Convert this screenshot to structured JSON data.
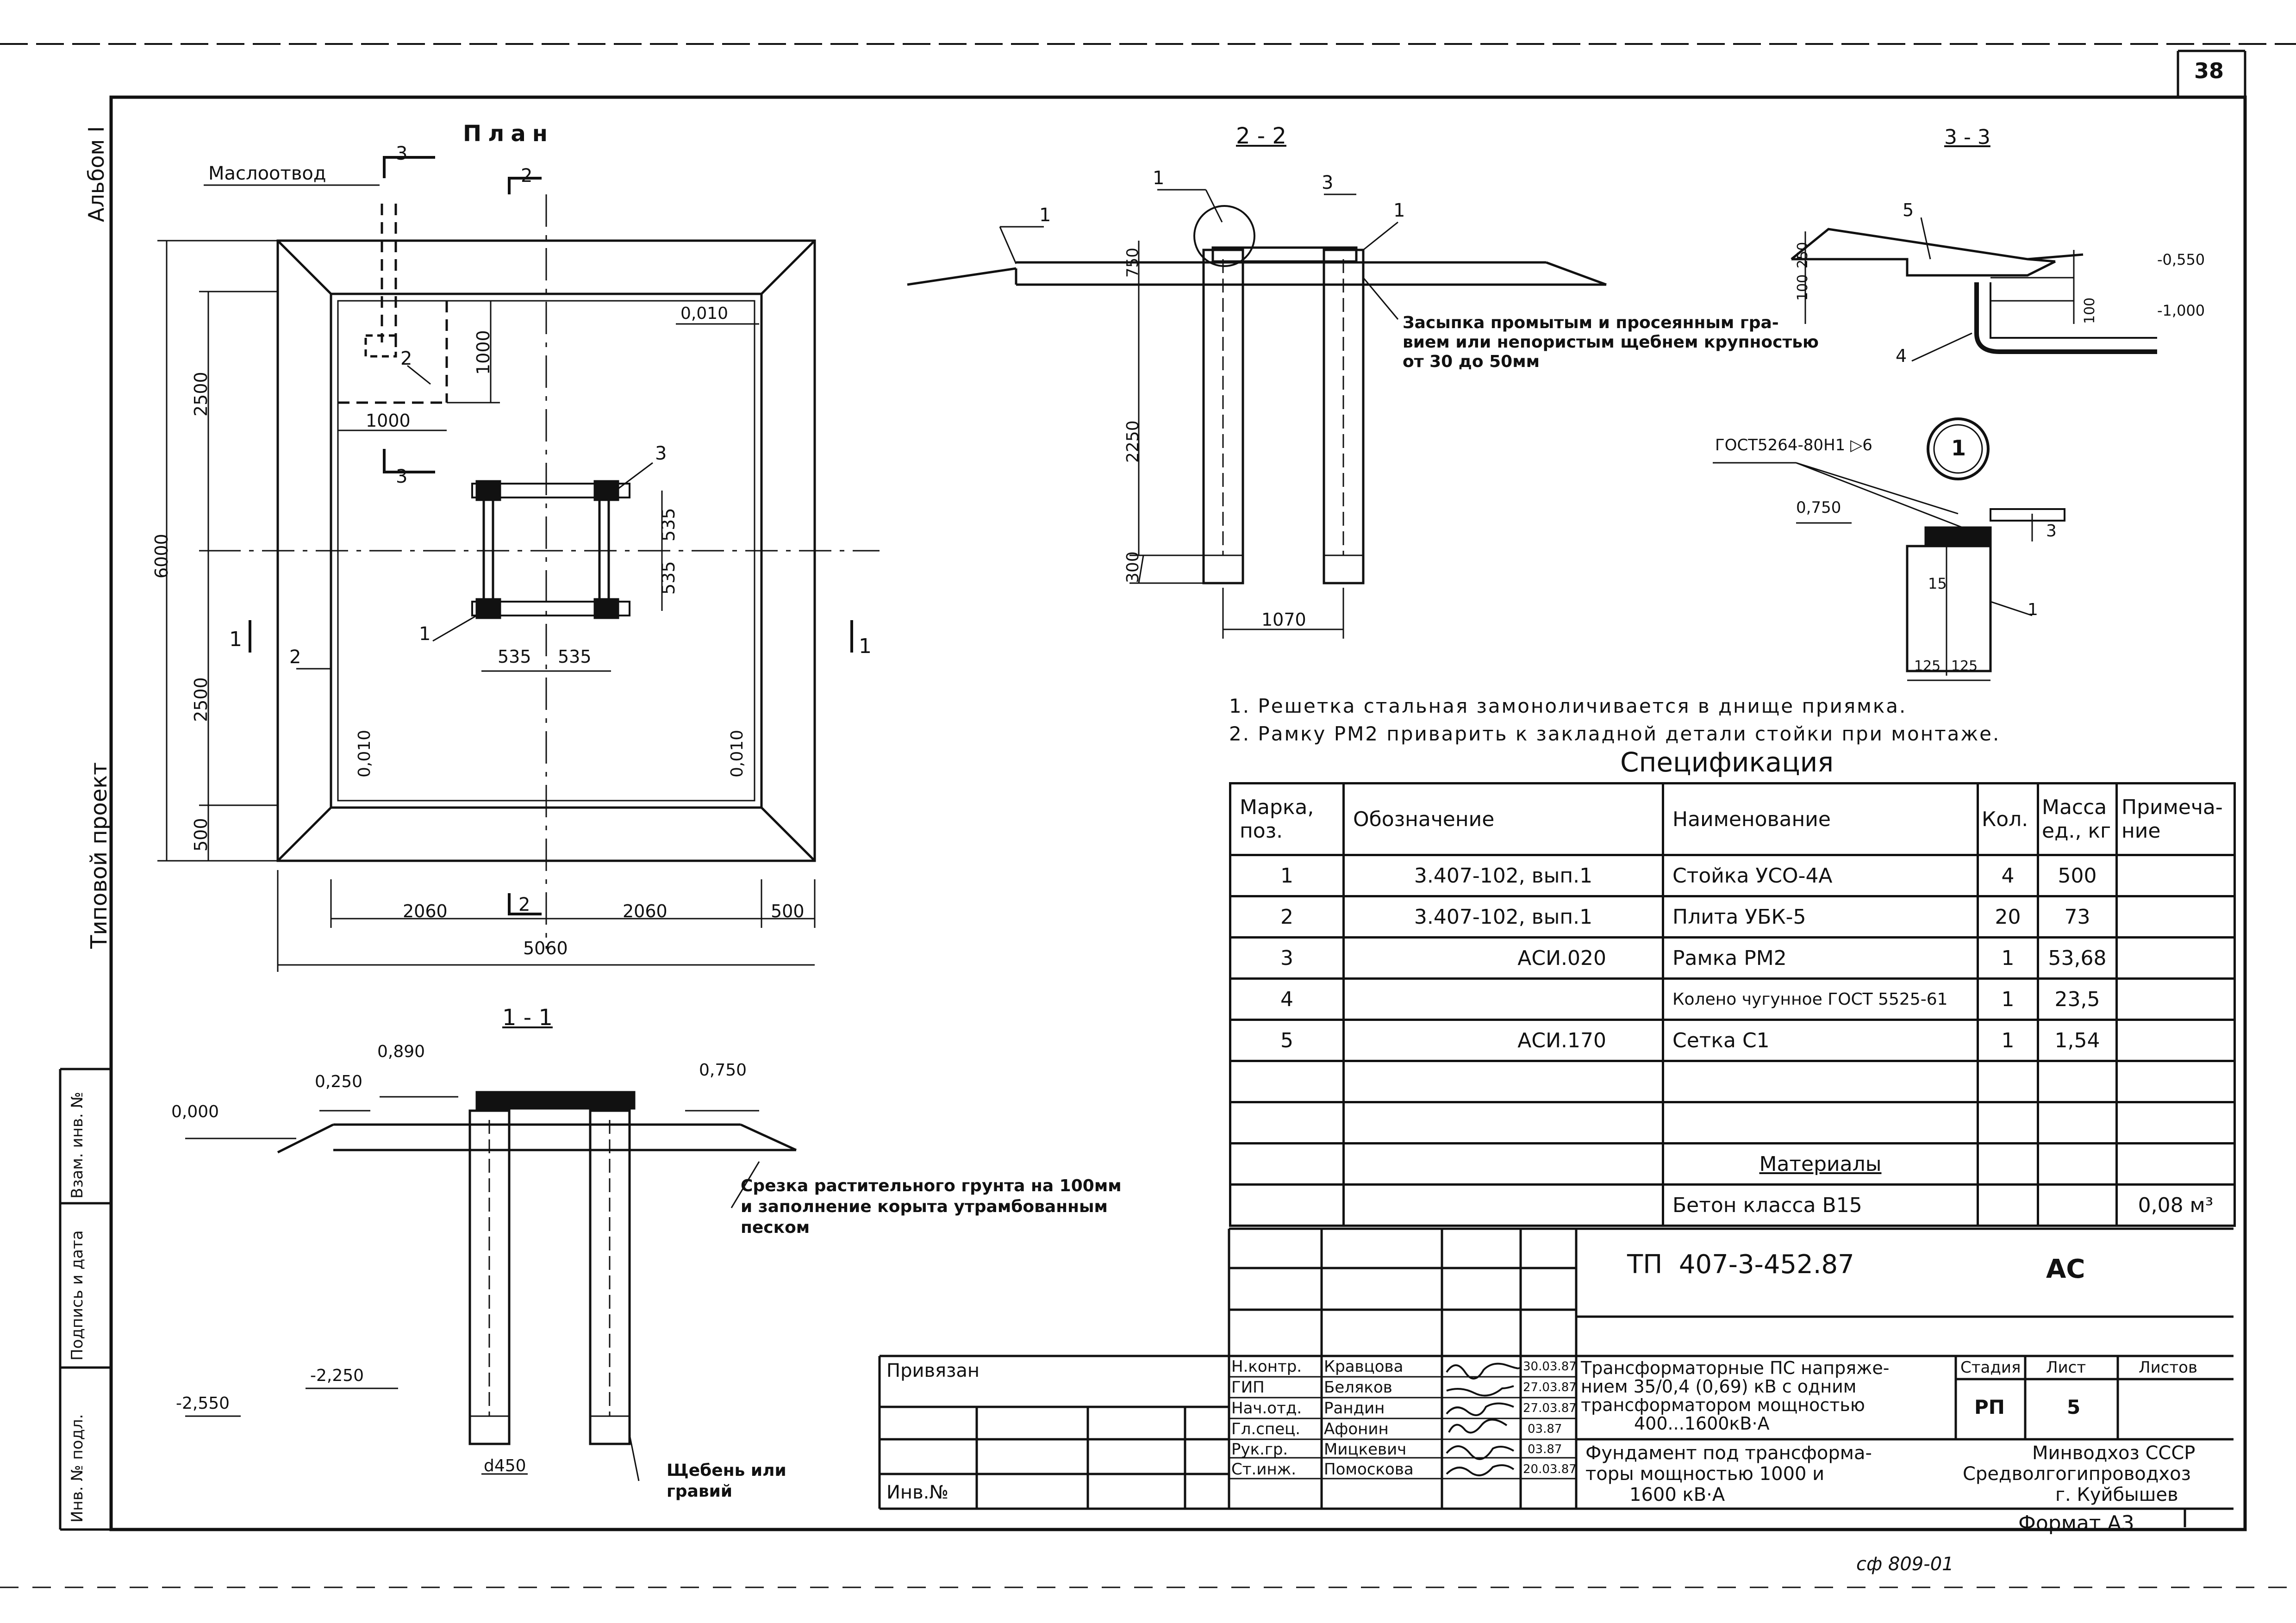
{
  "sheet_number": "38",
  "side_labels": {
    "album": "Альбом I",
    "project_type": "Типовой проект",
    "inv_podl": "Инв. № подл.",
    "podpis_data": "Подпись и дата",
    "vzam_inv": "Взам. инв. №"
  },
  "plan": {
    "title": "План",
    "label_maslootvod": "Маслоотвод",
    "section_marks": [
      "3",
      "2",
      "3",
      "2",
      "1",
      "1"
    ],
    "callouts": [
      "2",
      "3",
      "1",
      "2"
    ],
    "dims": {
      "d6000": "6000",
      "d2500a": "2500",
      "d2500b": "2500",
      "d500v": "500",
      "d1000v": "1000",
      "d1000h": "1000",
      "d535a": "535",
      "d535b": "535",
      "d535c": "535",
      "d535d": "535",
      "d2060a": "2060",
      "d2060b": "2060",
      "d500h": "500",
      "d5060": "5060"
    },
    "slopes": {
      "s1": "0,010",
      "s2": "0,010",
      "s3": "0,010"
    }
  },
  "section_2_2": {
    "title": "2 - 2",
    "callouts": [
      "1",
      "3",
      "1",
      "1"
    ],
    "dims": {
      "d750": "750",
      "d2250": "2250",
      "d300": "300",
      "d1070": "1070"
    },
    "note": [
      "Засыпка промытым и просеянным гра-",
      "вием или непористым щебнем крупностью",
      "от 30 до 50мм"
    ]
  },
  "section_3_3": {
    "title": "3 - 3",
    "callouts": [
      "5",
      "4"
    ],
    "dims": {
      "d100": "100",
      "d250": "250",
      "d100b": "100"
    },
    "levels": {
      "l1": "-0,550",
      "l2": "-1,000"
    }
  },
  "detail_1": {
    "marker": "1",
    "gost": "ГОСТ5264-80Н1 ▷6",
    "level": "0,750",
    "callouts": [
      "3",
      "1"
    ],
    "dims": {
      "d15": "15",
      "d125a": "125",
      "d125b": "125"
    }
  },
  "notes": [
    "1. Решетка стальная замоноличивается в днище приямка.",
    "2. Рамку РМ2 приварить к закладной детали стойки при монтаже."
  ],
  "section_1_1": {
    "title": "1 - 1",
    "levels": {
      "l0": "0,000",
      "l250": "0,250",
      "l890": "0,890",
      "l750": "0,750",
      "lm2550": "-2,550",
      "lm2250": "-2,250"
    },
    "dims": {
      "d450": "d450"
    },
    "note_srezka": [
      "Срезка растительного грунта на 100мм",
      "и заполнение корыта утрамбованным",
      "песком"
    ],
    "note_scheben": [
      "Щебень или",
      "гравий"
    ]
  },
  "specification": {
    "title": "Спецификация",
    "headers": [
      "Марка, поз.",
      "Обозначение",
      "Наименование",
      "Кол.",
      "Масса ед., кг",
      "Примеча- ние"
    ],
    "rows": [
      [
        "1",
        "3.407-102, вып.1",
        "Стойка УСО-4А",
        "4",
        "500",
        ""
      ],
      [
        "2",
        "3.407-102, вып.1",
        "Плита УБК-5",
        "20",
        "73",
        ""
      ],
      [
        "3",
        "АСИ.020",
        "Рамка РМ2",
        "1",
        "53,68",
        ""
      ],
      [
        "4",
        "",
        "Колено чугунное ГОСТ 5525-61",
        "1",
        "23,5",
        ""
      ],
      [
        "5",
        "АСИ.170",
        "Сетка С1",
        "1",
        "1,54",
        ""
      ],
      [
        "",
        "",
        "",
        "",
        "",
        ""
      ],
      [
        "",
        "",
        "",
        "",
        "",
        ""
      ],
      [
        "",
        "",
        "Материалы",
        "",
        "",
        ""
      ],
      [
        "",
        "",
        "Бетон класса В15",
        "",
        "",
        "0,08 м³"
      ]
    ]
  },
  "title_block": {
    "doc_code": "ТП  407-3-452.87",
    "doc_mark": "АС",
    "privyazan": "Привязан",
    "inv_no": "Инв.№",
    "roles": [
      {
        "role": "Н.контр.",
        "name": "Кравцова",
        "date": "30.03.87"
      },
      {
        "role": "ГИП",
        "name": "Беляков",
        "date": "27.03.87"
      },
      {
        "role": "Нач.отд.",
        "name": "Рандин",
        "date": "27.03.87"
      },
      {
        "role": "Гл.спец.",
        "name": "Афонин",
        "date": "03.87"
      },
      {
        "role": "Рук.гр.",
        "name": "Мицкевич",
        "date": "03.87"
      },
      {
        "role": "Ст.инж.",
        "name": "Помоскова",
        "date": "20.03.87"
      }
    ],
    "object_name": [
      "Трансформаторные ПС напряже-",
      "нием 35/0,4 (0,69) кВ с одним",
      "трансформатором мощностью",
      "400...1600кВ·А"
    ],
    "sheet_name": [
      "Фундамент под трансформа-",
      "торы мощностью 1000 и",
      "1600 кВ·А"
    ],
    "stage_label": "Стадия",
    "sheet_label": "Лист",
    "sheets_label": "Листов",
    "stage": "РП",
    "sheet": "5",
    "org": [
      "Минводхоз СССР",
      "Средволгогипроводхоз",
      "г. Куйбышев"
    ],
    "format": "Формат А3",
    "archive_no": "сф 809-01"
  }
}
